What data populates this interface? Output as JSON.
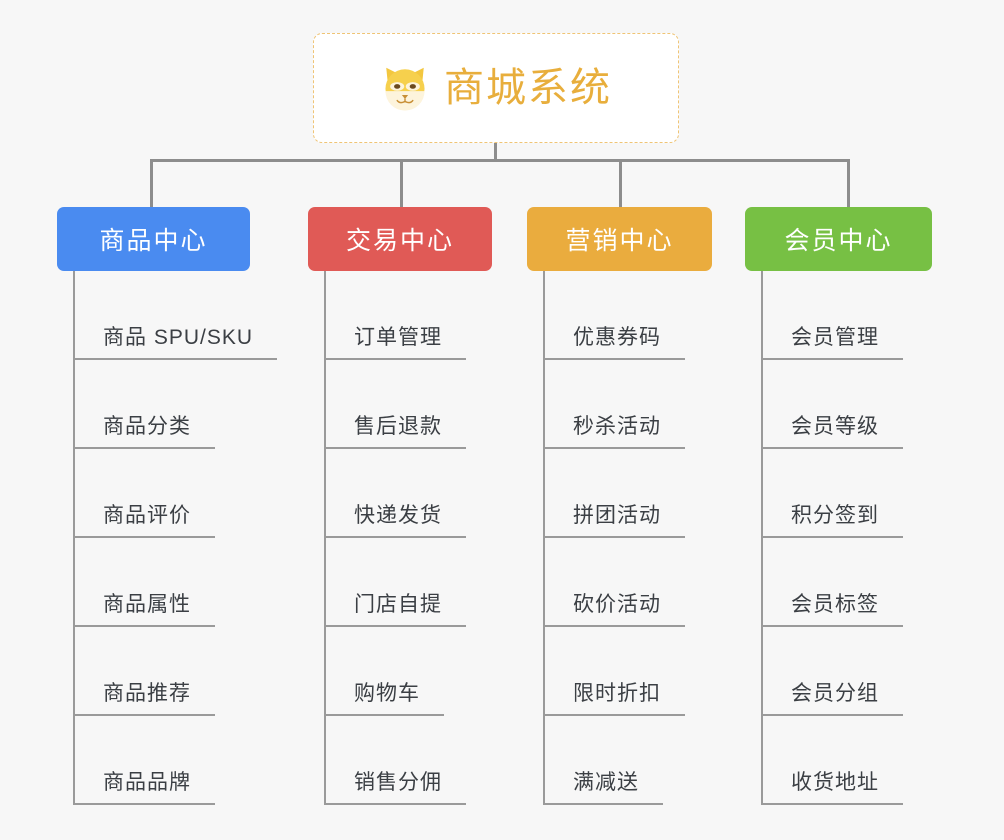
{
  "diagram": {
    "type": "mindmap-tree",
    "background_color": "#f7f7f7",
    "connector_color": "#8d8d8d",
    "root": {
      "title": "商城系统",
      "icon": "shiba-dog-face-icon",
      "text_color": "#e8ae3c",
      "border_color": "#efc475",
      "background_color": "#ffffff"
    },
    "branches": [
      {
        "label": "商品中心",
        "color": "#4a8bf0",
        "items": [
          "商品 SPU/SKU",
          "商品分类",
          "商品评价",
          "商品属性",
          "商品推荐",
          "商品品牌"
        ]
      },
      {
        "label": "交易中心",
        "color": "#e05a56",
        "items": [
          "订单管理",
          "售后退款",
          "快递发货",
          "门店自提",
          "购物车",
          "销售分佣"
        ]
      },
      {
        "label": "营销中心",
        "color": "#eaac3e",
        "items": [
          "优惠券码",
          "秒杀活动",
          "拼团活动",
          "砍价活动",
          "限时折扣",
          "满减送"
        ]
      },
      {
        "label": "会员中心",
        "color": "#77c044",
        "items": [
          "会员管理",
          "会员等级",
          "积分签到",
          "会员标签",
          "会员分组",
          "收货地址"
        ]
      }
    ]
  }
}
